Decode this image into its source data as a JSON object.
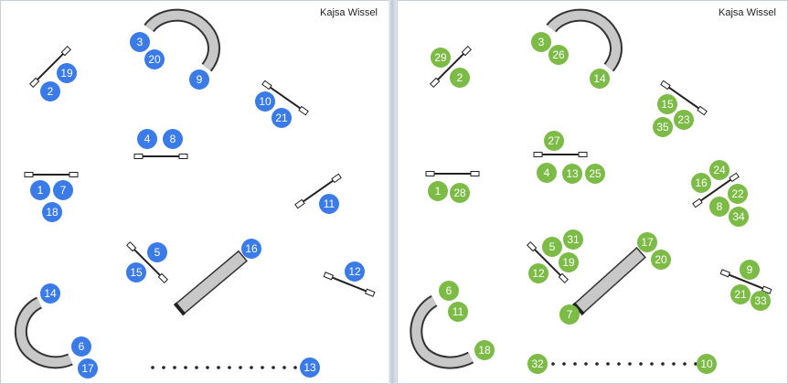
{
  "left_panel": {
    "author": "Kajsa Wissel",
    "circle_color": "#3b7be8",
    "numbers": [
      "1",
      "2",
      "3",
      "4",
      "5",
      "6",
      "7",
      "8",
      "9",
      "10",
      "11",
      "12",
      "13",
      "14",
      "15",
      "16",
      "17",
      "18",
      "19",
      "20",
      "21"
    ]
  },
  "right_panel": {
    "author": "Kajsa Wissel",
    "circle_color": "#7cbb45",
    "numbers": [
      "1",
      "2",
      "3",
      "4",
      "5",
      "6",
      "7",
      "8",
      "9",
      "10",
      "11",
      "12",
      "13",
      "14",
      "15",
      "16",
      "17",
      "18",
      "19",
      "20",
      "21",
      "22",
      "23",
      "24",
      "25",
      "26",
      "27",
      "28",
      "29",
      "31",
      "32",
      "33",
      "34",
      "35"
    ]
  },
  "colors": {
    "tunnel_fill": "#c8c8c8",
    "tunnel_stroke": "#333333",
    "bar": "#222222"
  }
}
